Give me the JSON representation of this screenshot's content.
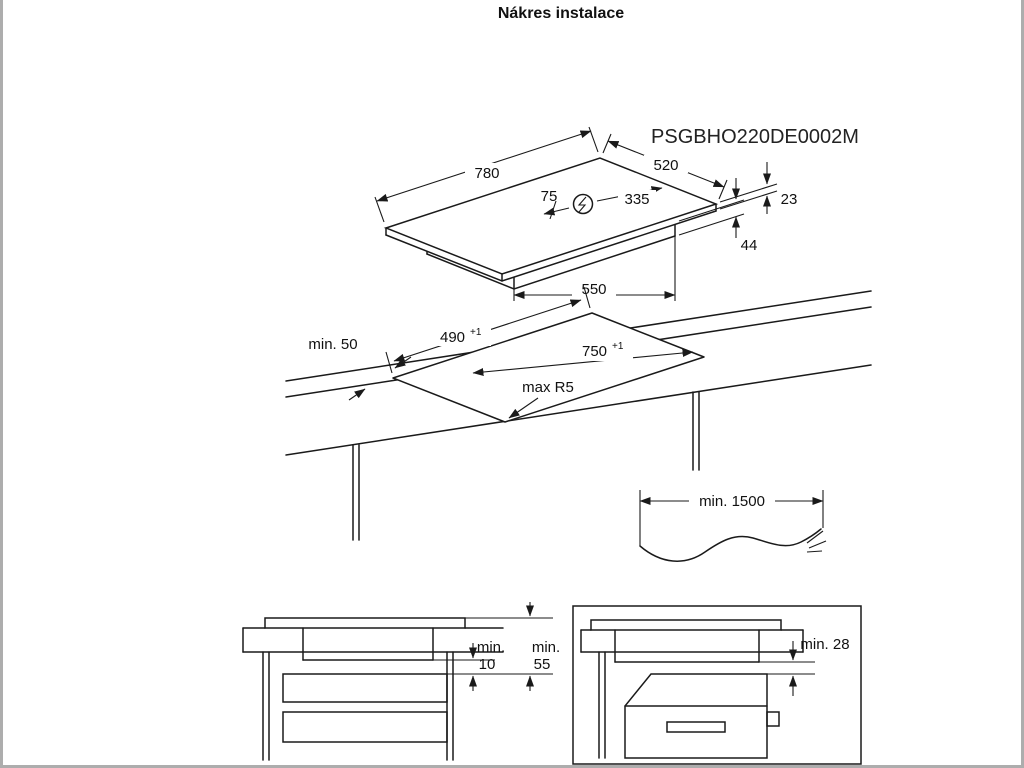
{
  "page": {
    "title": "Nákres instalace",
    "model_code": "PSGBHO220DE0002M"
  },
  "hob_drawing": {
    "width_mm": "780",
    "depth_mm": "520",
    "connection_dim_left": "75",
    "connection_dim_right": "335",
    "glass_thickness_mm": "23",
    "box_depth_mm": "44",
    "box_width_mm": "550"
  },
  "cutout_drawing": {
    "front_clearance": "min. 50",
    "cutout_depth": "490",
    "cutout_depth_tol": "+1",
    "cutout_width": "750",
    "cutout_width_tol": "+1",
    "corner_radius": "max R5"
  },
  "cable_drawing": {
    "length": "min. 1500"
  },
  "drawer_clearances": {
    "label_min_1": "min.",
    "value_1": "10",
    "label_min_2": "min.",
    "value_2": "55"
  },
  "oven_clearances": {
    "clearance": "min. 28"
  }
}
